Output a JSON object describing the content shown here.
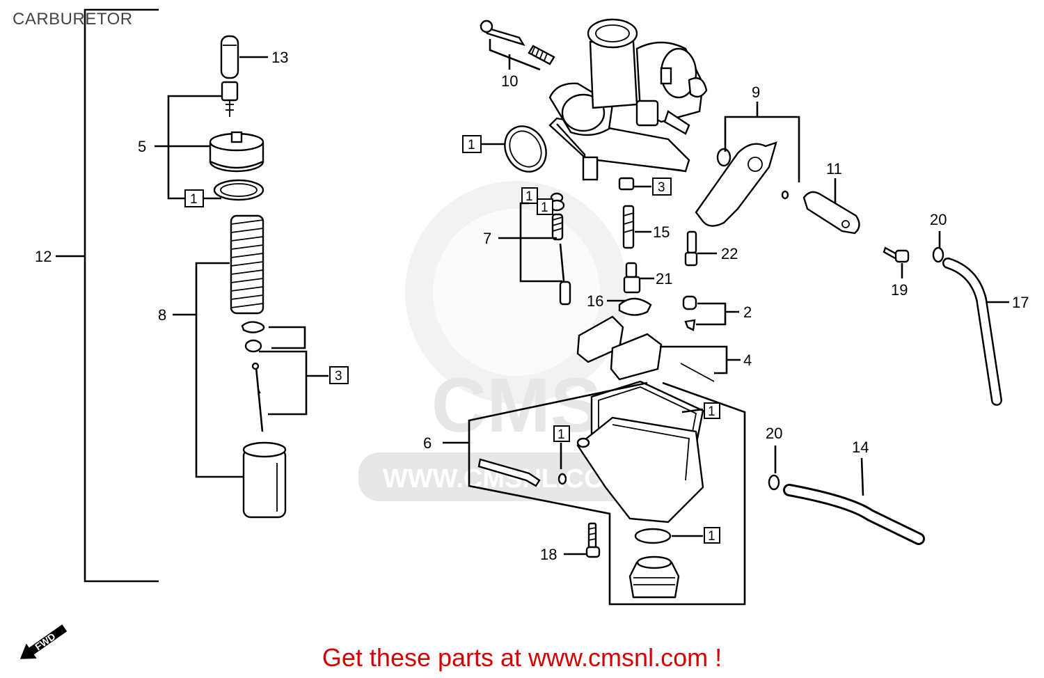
{
  "title": "CARBURETOR",
  "footer": "Get these parts at www.cmsnl.com !",
  "footer_color": "#d40000",
  "watermark": {
    "letters": "CMS",
    "url": "WWW.CMSNL.COM"
  },
  "fwd_label": "FWD",
  "labels": {
    "l12": "12",
    "l13": "13",
    "l5": "5",
    "l8": "8",
    "l10": "10",
    "l9": "9",
    "l11": "11",
    "l20a": "20",
    "l7": "7",
    "l15": "15",
    "l22": "22",
    "l19": "19",
    "l17": "17",
    "l21": "21",
    "l16": "16",
    "l2": "2",
    "l4": "4",
    "l6": "6",
    "l20b": "20",
    "l14": "14",
    "l18": "18"
  },
  "boxed_labels": {
    "b1_top": "1",
    "b1_mid": "1",
    "b3_left": "3",
    "b3_right": "3",
    "b1_a": "1",
    "b1_b": "1",
    "b1_bowl": "1",
    "b1_screw": "1",
    "b1_drain": "1"
  }
}
